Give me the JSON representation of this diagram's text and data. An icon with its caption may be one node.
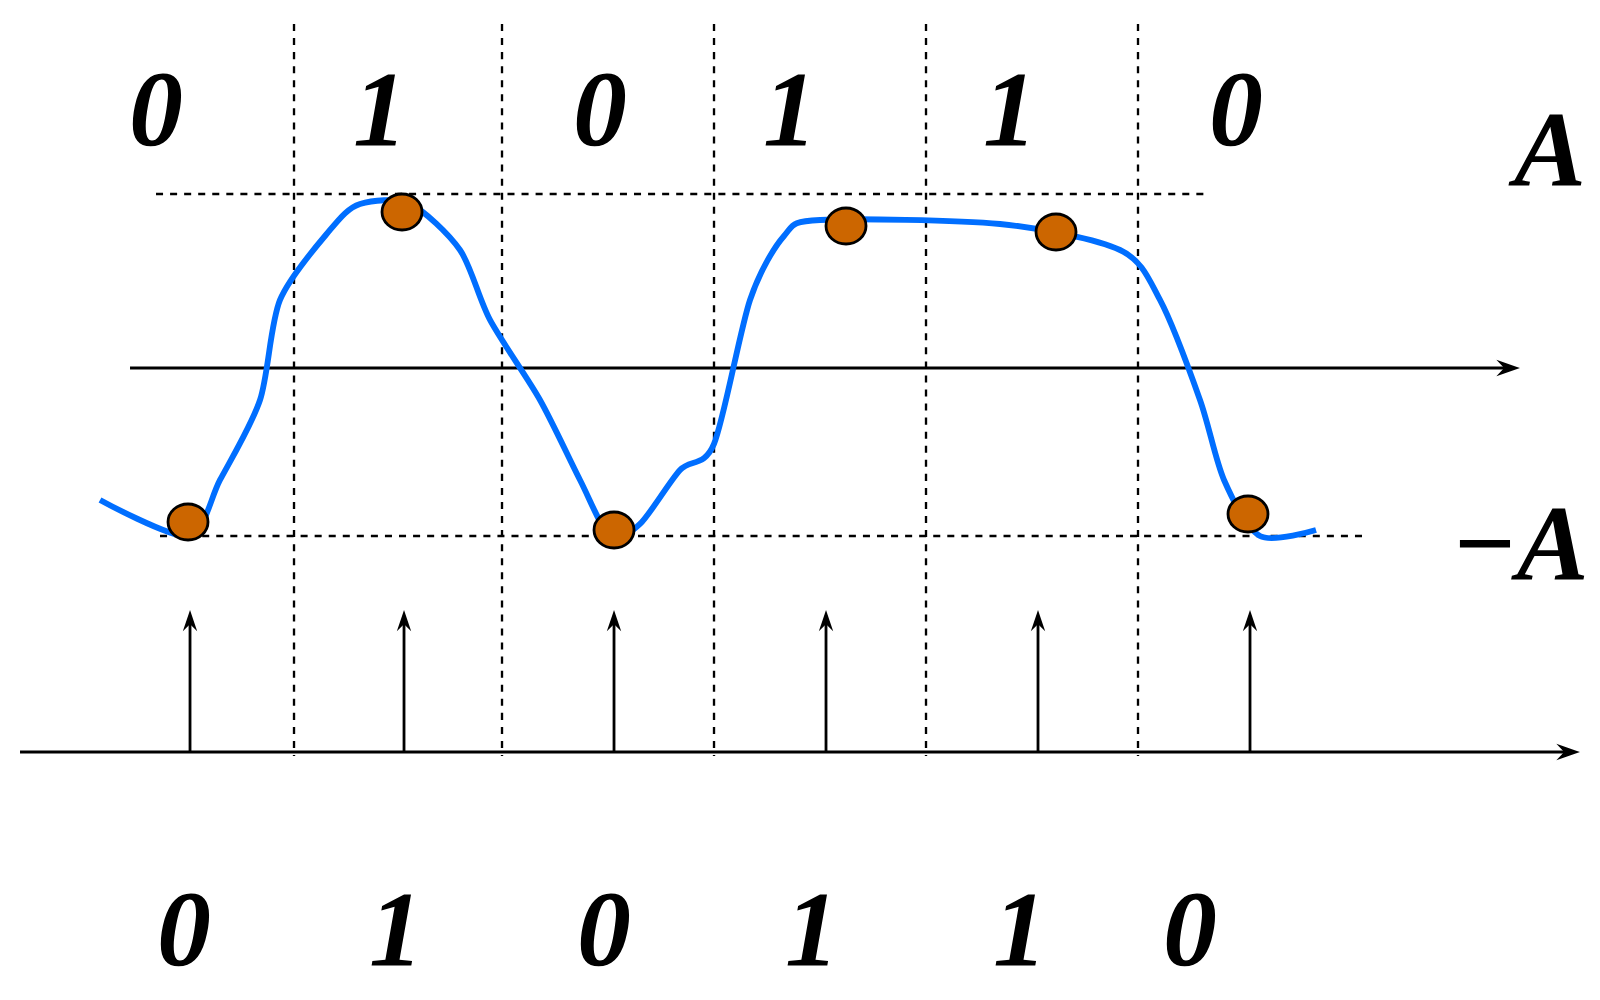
{
  "diagram": {
    "labels": [
      "0",
      "1",
      "0",
      "1",
      "1",
      "0",
      "A",
      "−A",
      "0",
      "1",
      "0",
      "1",
      "1",
      "0"
    ]
  }
}
